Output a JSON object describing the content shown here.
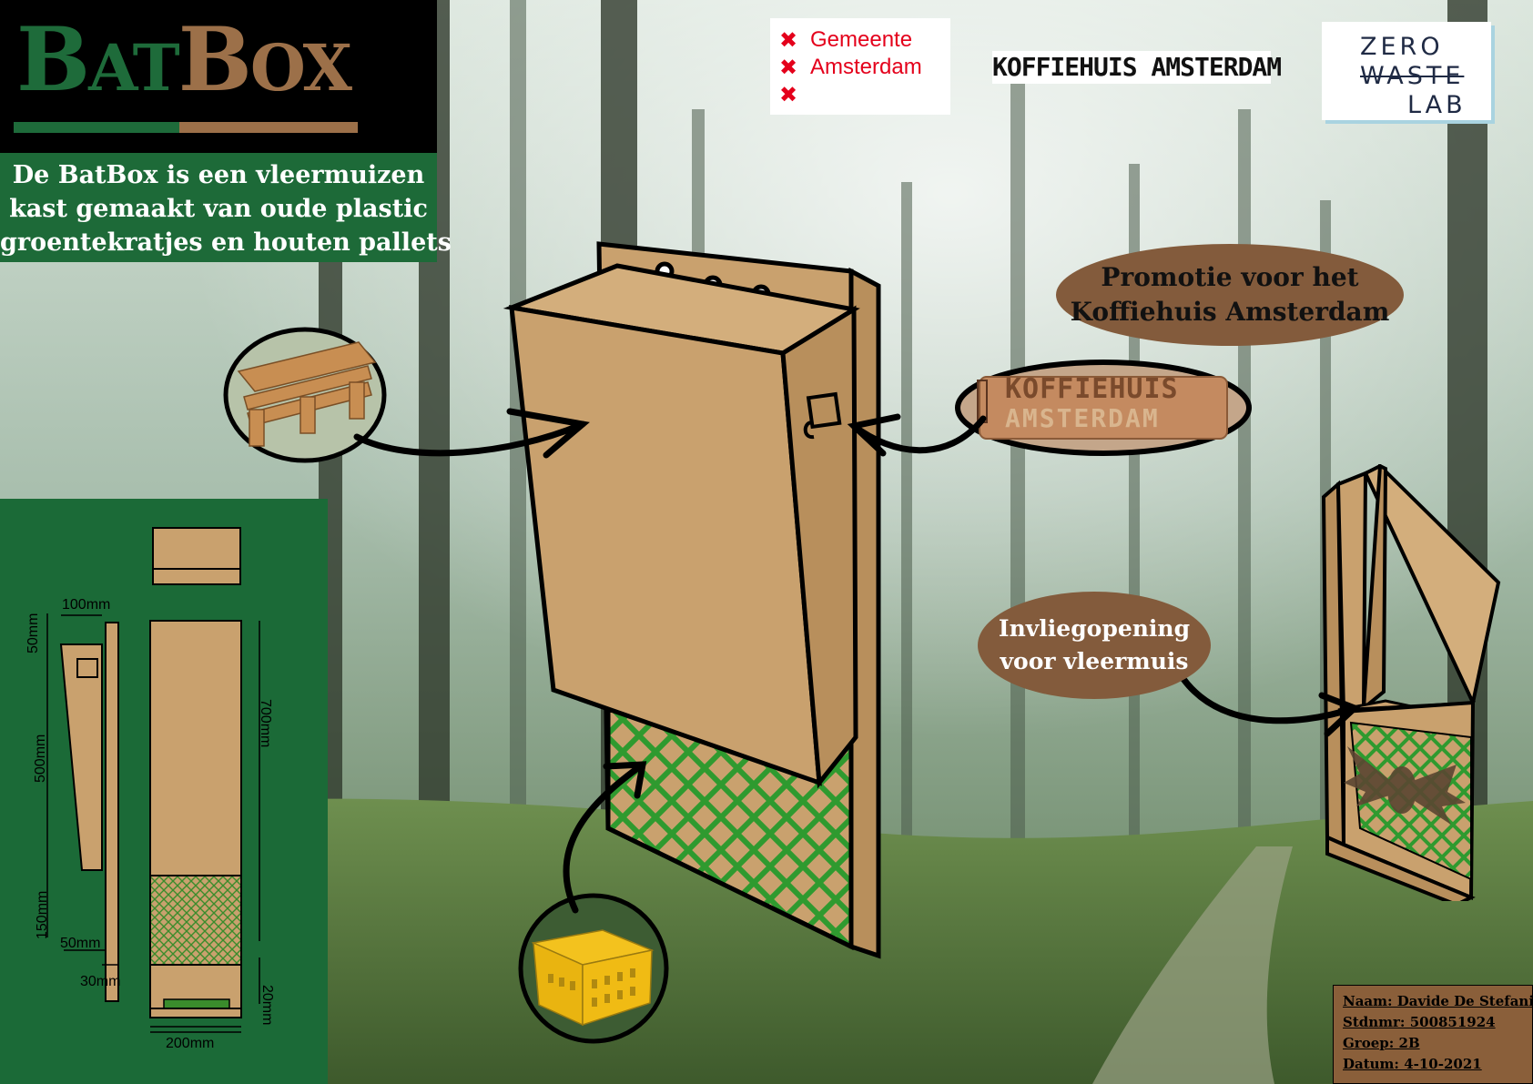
{
  "title": {
    "part1_first": "B",
    "part1_rest": "AT",
    "part2_first": "B",
    "part2_rest": "OX"
  },
  "description": {
    "line1": "De BatBox is een vleermuizen",
    "line2": "kast gemaakt van oude plastic",
    "line3": "groentekratjes en houten pallets"
  },
  "logos": {
    "gemeente": {
      "line1": "Gemeente",
      "line2": "Amsterdam"
    },
    "koffiehuis": "KOFFIEHUIS AMSTERDAM",
    "zerowaste": {
      "line1": "ZERO",
      "line2": "WASTE",
      "line3": "LAB"
    },
    "koffie_plank": {
      "line1": "KOFFIEHUIS",
      "line2": "AMSTERDAM"
    }
  },
  "promo_bubble": {
    "line1": "Promotie voor het",
    "line2": "Koffiehuis Amsterdam"
  },
  "inv_bubble": {
    "line1": "Invliegopening",
    "line2": "voor vleermuis"
  },
  "dimensions": {
    "d100": "100mm",
    "d50top": "50mm",
    "d500": "500mm",
    "d700": "700mm",
    "d150": "150mm",
    "d50bot": "50mm",
    "d30": "30mm",
    "d20": "20mm",
    "d200": "200mm"
  },
  "info": {
    "naam": "Naam: Davide De Stefanis",
    "stdnmr": "Stdnmr: 500851924",
    "groep": "Groep: 2B",
    "datum": "Datum: 4-10-2021"
  },
  "colors": {
    "green": "#1d6a38",
    "brown": "#9c7049",
    "wood": "#c9a16e",
    "mesh": "#2f9a2f",
    "bubble": "#835b3c",
    "gemeente_red": "#e4001b"
  }
}
